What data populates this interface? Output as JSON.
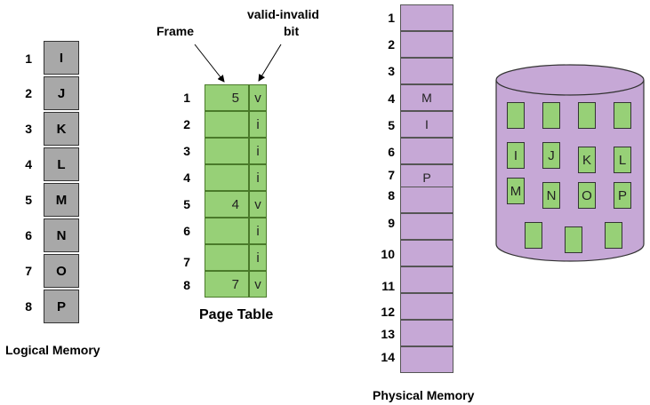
{
  "logical_memory": {
    "title": "Logical Memory",
    "rows": [
      {
        "num": "1",
        "page": "I"
      },
      {
        "num": "2",
        "page": "J"
      },
      {
        "num": "3",
        "page": "K"
      },
      {
        "num": "4",
        "page": "L"
      },
      {
        "num": "5",
        "page": "M"
      },
      {
        "num": "6",
        "page": "N"
      },
      {
        "num": "7",
        "page": "O"
      },
      {
        "num": "8",
        "page": "P"
      }
    ]
  },
  "page_table": {
    "title": "Page Table",
    "frame_label": "Frame",
    "bit_label_line1": "valid-invalid",
    "bit_label_line2": "bit",
    "rows": [
      {
        "num": "1",
        "frame": "5",
        "bit": "v"
      },
      {
        "num": "2",
        "frame": "",
        "bit": "i"
      },
      {
        "num": "3",
        "frame": "",
        "bit": "i"
      },
      {
        "num": "4",
        "frame": "",
        "bit": "i"
      },
      {
        "num": "5",
        "frame": "4",
        "bit": "v"
      },
      {
        "num": "6",
        "frame": "",
        "bit": "i"
      },
      {
        "num": "7",
        "frame": "",
        "bit": "i"
      },
      {
        "num": "8",
        "frame": "7",
        "bit": "v"
      }
    ]
  },
  "physical_memory": {
    "title": "Physical Memory",
    "rows": [
      {
        "num": "1",
        "content": ""
      },
      {
        "num": "2",
        "content": ""
      },
      {
        "num": "3",
        "content": ""
      },
      {
        "num": "4",
        "content": "M"
      },
      {
        "num": "5",
        "content": "I"
      },
      {
        "num": "6",
        "content": ""
      },
      {
        "num": "7",
        "content": "P"
      },
      {
        "num": "8",
        "content": ""
      },
      {
        "num": "9",
        "content": ""
      },
      {
        "num": "10",
        "content": ""
      },
      {
        "num": "11",
        "content": ""
      },
      {
        "num": "12",
        "content": ""
      },
      {
        "num": "13",
        "content": ""
      },
      {
        "num": "14",
        "content": ""
      }
    ]
  },
  "disk": {
    "row1": [
      "",
      "",
      "",
      ""
    ],
    "row2": [
      "I",
      "J",
      "K",
      "L"
    ],
    "row3": [
      "M",
      "N",
      "O",
      "P"
    ],
    "row4": [
      "",
      "",
      ""
    ]
  }
}
